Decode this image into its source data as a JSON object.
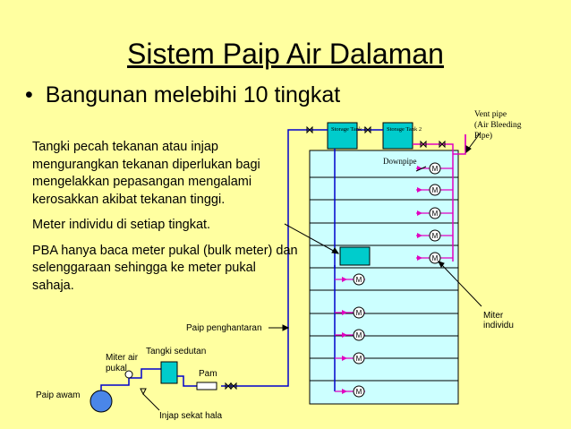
{
  "title": "Sistem Paip Air Dalaman",
  "bullet": "Bangunan melebihi 10 tingkat",
  "description": [
    "Tangki pecah tekanan atau injap mengurangkan tekanan diperlukan bagi mengelakkan pepasangan mengalami kerosakkan akibat tekanan tinggi.",
    "Meter individu di setiap tingkat.",
    "PBA hanya baca meter pukal (bulk meter) dan selenggaraan sehingga ke meter pukal sahaja."
  ],
  "labels": {
    "storage_tank_1": "Storage Tank 1",
    "storage_tank_2": "Storage Tank 2",
    "vent_pipe_1": "Vent pipe",
    "vent_pipe_2": "(Air Bleeding",
    "vent_pipe_3": "Pipe)",
    "downpipe": "Downpipe",
    "miter_individu_1": "Miter",
    "miter_individu_2": "individu",
    "paip_penghantaran": "Paip penghantaran",
    "tangki_sedutan": "Tangki sedutan",
    "miter_air_pukal_1": "Miter air",
    "miter_air_pukal_2": "pukal",
    "pam": "Pam",
    "paip_awam": "Paip awam",
    "injap_sekat_hala": "Injap sekat hala"
  },
  "meter_symbol": "M",
  "colors": {
    "background": "#FFFFA0",
    "building": "#CCFFFF",
    "pipe_blue": "#0000CC",
    "pipe_magenta": "#E000C0",
    "tank": "#00CCCC",
    "text": "#000000"
  }
}
